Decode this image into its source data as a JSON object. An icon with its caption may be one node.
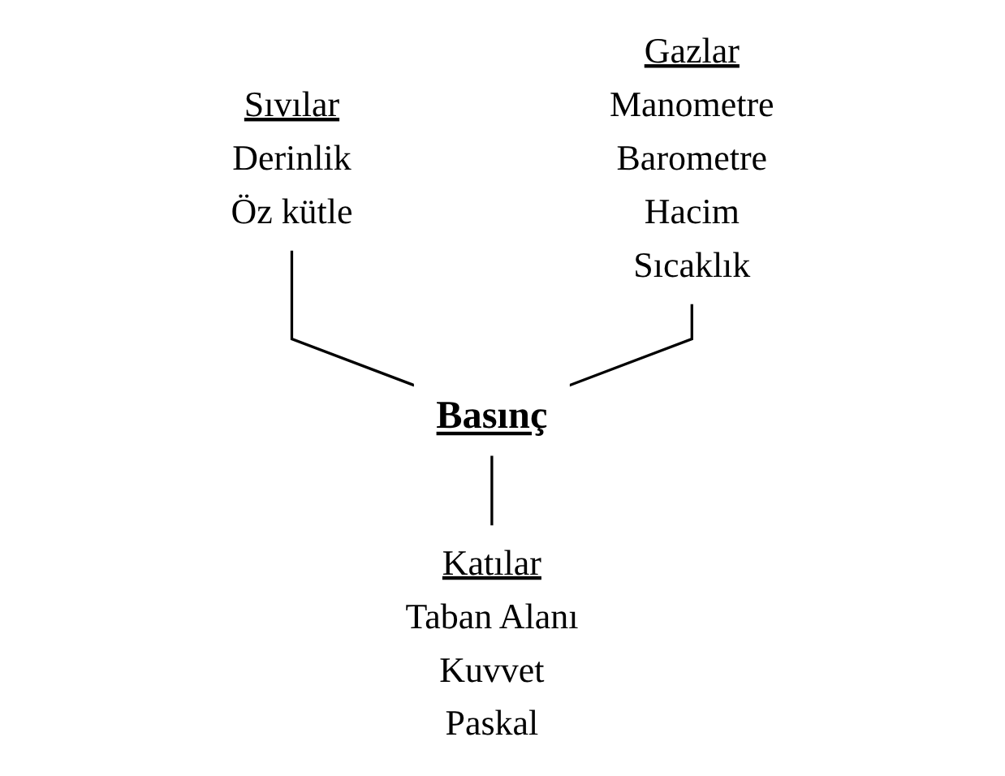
{
  "diagram": {
    "nodes": [
      {
        "text": [
          "Basınç"
        ]
      },
      {
        "text": [
          "Sıvılar",
          "Derinlik",
          "Öz kütle"
        ]
      },
      {
        "text": [
          "Gazlar",
          "Manometre",
          "Barometre",
          "Hacim",
          "Sıcaklık"
        ]
      },
      {
        "text": [
          "Katılar",
          "Taban Alanı",
          "Kuvvet",
          "Paskal"
        ]
      }
    ],
    "edges": [
      {
        "from": 1,
        "to": 0,
        "arrow": "none"
      },
      {
        "from": 2,
        "to": 0,
        "arrow": "none"
      },
      {
        "from": 0,
        "to": 3,
        "arrow": "none"
      }
    ]
  }
}
